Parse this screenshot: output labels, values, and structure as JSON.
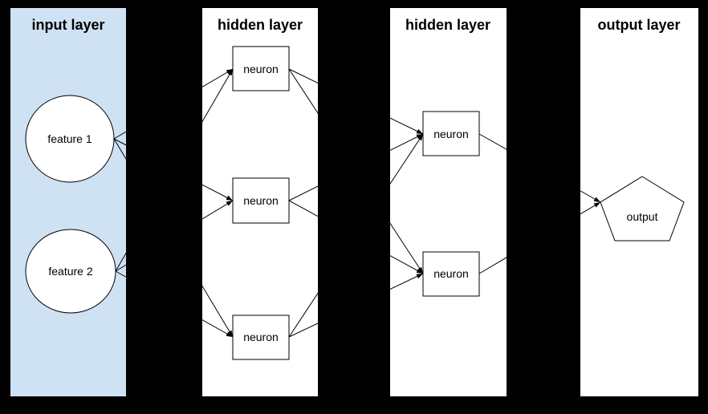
{
  "diagram": {
    "type": "neural-network",
    "background_color": "#000000",
    "line_color": "#000000",
    "node_fill": "#ffffff",
    "columns": [
      {
        "title": "input layer",
        "fill": "#cfe2f3"
      },
      {
        "title": "hidden layer",
        "fill": "#ffffff"
      },
      {
        "title": "hidden layer",
        "fill": "#ffffff"
      },
      {
        "title": "output layer",
        "fill": "#ffffff"
      }
    ],
    "nodes": {
      "feature1": {
        "label": "feature 1",
        "shape": "circle",
        "layer": "input layer"
      },
      "feature2": {
        "label": "feature 2",
        "shape": "circle",
        "layer": "input layer"
      },
      "h1n1": {
        "label": "neuron",
        "shape": "rectangle",
        "layer": "hidden layer 1"
      },
      "h1n2": {
        "label": "neuron",
        "shape": "rectangle",
        "layer": "hidden layer 1"
      },
      "h1n3": {
        "label": "neuron",
        "shape": "rectangle",
        "layer": "hidden layer 1"
      },
      "h2n1": {
        "label": "neuron",
        "shape": "rectangle",
        "layer": "hidden layer 2"
      },
      "h2n2": {
        "label": "neuron",
        "shape": "rectangle",
        "layer": "hidden layer 2"
      },
      "output": {
        "label": "output",
        "shape": "pentagon",
        "layer": "output layer"
      }
    },
    "edges": [
      "feature1 -> h1n1",
      "feature1 -> h1n2",
      "feature1 -> h1n3",
      "feature2 -> h1n1",
      "feature2 -> h1n2",
      "feature2 -> h1n3",
      "h1n1 -> h2n1",
      "h1n1 -> h2n2",
      "h1n2 -> h2n1",
      "h1n2 -> h2n2",
      "h1n3 -> h2n1",
      "h1n3 -> h2n2",
      "h2n1 -> output",
      "h2n2 -> output"
    ]
  }
}
